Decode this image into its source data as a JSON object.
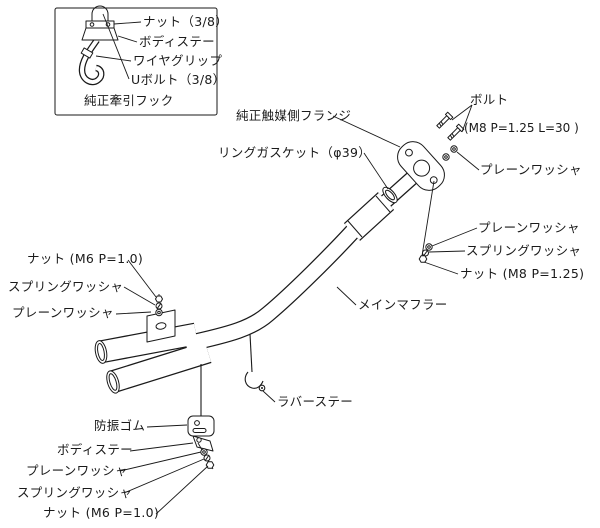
{
  "colors": {
    "line": "#1a1a1a",
    "background": "#ffffff"
  },
  "inset": {
    "nut_38": "ナット（3/8）",
    "body_stay": "ボディステー",
    "wire_grip": "ワイヤグリップ",
    "u_bolt": "Uボルト（3/8）",
    "caption": "純正牽引フック"
  },
  "callouts": {
    "catalyst_flange": "純正触媒側フランジ",
    "bolt": "ボルト",
    "bolt_spec": "(M8 P=1.25 L=30 )",
    "plain_washer_top": "プレーンワッシャ",
    "ring_gasket": "リングガスケット（φ39）",
    "plain_washer_mid": "プレーンワッシャ",
    "spring_washer_mid": "スプリングワッシャ",
    "nut_m8": "ナット (M8 P=1.25)",
    "main_muffler": "メインマフラー",
    "nut_m6_upper": "ナット (M6 P=1.0)",
    "spring_washer_left": "スプリングワッシャ",
    "plain_washer_left": "プレーンワッシャ",
    "rubber_stay": "ラバーステー",
    "vibration_rubber": "防振ゴム",
    "body_stay": "ボディステー",
    "plain_washer_bottom": "プレーンワッシャ",
    "spring_washer_bottom": "スプリングワッシャ",
    "nut_m6_lower": "ナット (M6 P=1.0)"
  }
}
